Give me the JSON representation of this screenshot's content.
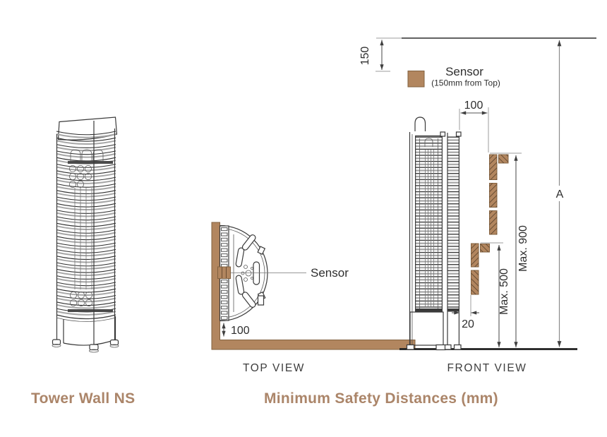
{
  "figure_titles": {
    "product": "Tower Wall NS",
    "diagram": "Minimum Safety Distances (mm)"
  },
  "legend": {
    "label": "Sensor",
    "note": "(150mm from Top)"
  },
  "views": {
    "top": {
      "caption": "TOP VIEW",
      "sensor_callout": "Sensor",
      "dim_wall_clearance": "100"
    },
    "front": {
      "caption": "FRONT VIEW",
      "dim_ceiling": "150",
      "dim_side_clearance": "100",
      "dim_lower_gap": "20",
      "dim_total_height": "A",
      "dim_max_upper": "Max. 900",
      "dim_max_lower": "Max. 500"
    }
  },
  "colors": {
    "accent_text": "#ab8569",
    "wood_fill": "#b2865f",
    "wood_edge": "#82613f",
    "wood_grain": "#4f3a26",
    "line": "#3a3a3a",
    "gray_bar": "#a6a6a6",
    "dim_line": "#555555"
  }
}
